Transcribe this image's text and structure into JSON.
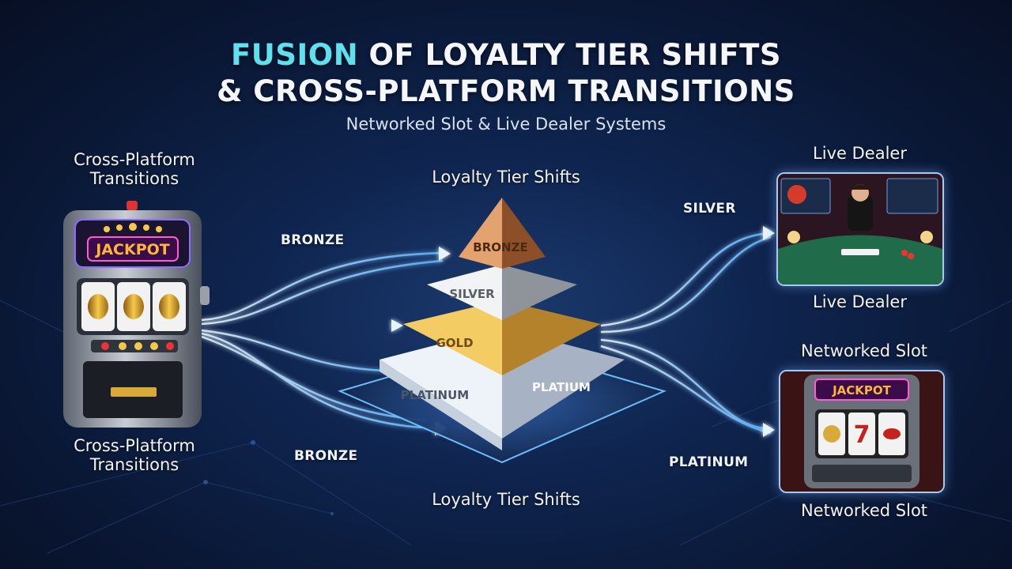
{
  "title": {
    "highlight": "FUSION",
    "line1_rest": " OF LOYALTY TIER SHIFTS",
    "line2": "& CROSS-PLATFORM TRANSITIONS"
  },
  "subtitle": "Networked Slot & Live Dealer Systems",
  "left": {
    "top_label": "Cross-Platform Transitions",
    "bottom_label": "Cross-Platform Transitions",
    "machine_sign": "JACKPOT"
  },
  "center": {
    "top_label": "Loyalty Tier Shifts",
    "bottom_label": "Loyalty Tier Shifts",
    "tiers": {
      "bronze": "BRONZE",
      "silver": "SILVER",
      "gold": "GOLD",
      "platinum_left": "PLATINUM",
      "platinum_right": "PLATIUM"
    }
  },
  "flows": {
    "left_top": "BRONZE",
    "left_bottom": "BRONZE",
    "right_top": "SILVER",
    "right_bottom": "PLATINUM"
  },
  "right": {
    "live_dealer_top": "Live Dealer",
    "live_dealer_bottom": "Live Dealer",
    "networked_slot_top": "Networked Slot",
    "networked_slot_bottom": "Networked Slot",
    "slot_sign": "JACKPOT",
    "reel_symbol": "7"
  },
  "colors": {
    "accent": "#5fe0ef",
    "bronze": "#b8713f",
    "silver": "#c9ccd2",
    "gold": "#d9a93a",
    "platinum": "#dfe6ef",
    "glow": "#6fc3ff"
  }
}
